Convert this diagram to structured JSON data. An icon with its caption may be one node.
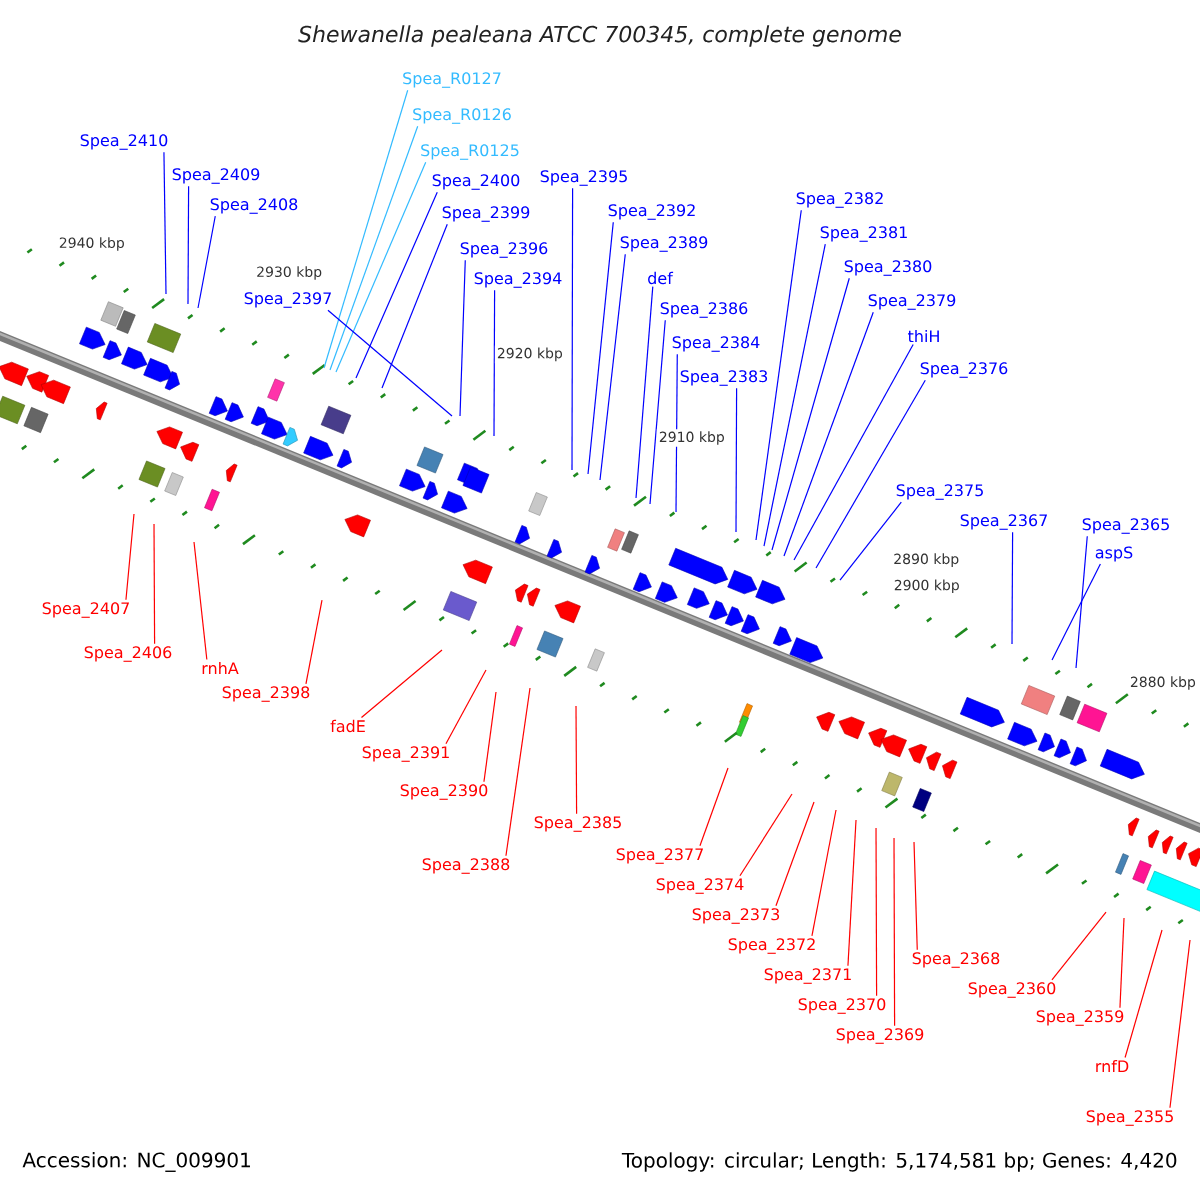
{
  "diagram": {
    "title": "Shewanella pealeana ATCC 700345, complete genome",
    "nodes": [
      {
        "text": [
          "Spea_R0127"
        ]
      },
      {
        "text": [
          "Spea_R0126"
        ]
      },
      {
        "text": [
          "Spea_2410"
        ]
      },
      {
        "text": [
          "Spea_R0125"
        ]
      },
      {
        "text": [
          "Spea_2409"
        ]
      },
      {
        "text": [
          "Spea_2400"
        ]
      },
      {
        "text": [
          "Spea_2395"
        ]
      },
      {
        "text": [
          "Spea_2382"
        ]
      },
      {
        "text": [
          "Spea_2408"
        ]
      },
      {
        "text": [
          "Spea_2399"
        ]
      },
      {
        "text": [
          "Spea_2392"
        ]
      },
      {
        "text": [
          "Spea_2381"
        ]
      },
      {
        "text": [
          "Spea_2389"
        ]
      },
      {
        "text": [
          "Spea_2396"
        ]
      },
      {
        "text": [
          "Spea_2380"
        ]
      },
      {
        "text": [
          "Spea_2394"
        ]
      },
      {
        "text": [
          "def"
        ]
      },
      {
        "text": [
          "Spea_2386"
        ]
      },
      {
        "text": [
          "Spea_2397"
        ]
      },
      {
        "text": [
          "Spea_2379"
        ]
      },
      {
        "text": [
          "Spea_2384"
        ]
      },
      {
        "text": [
          "thiH"
        ]
      },
      {
        "text": [
          "Spea_2383"
        ]
      },
      {
        "text": [
          "Spea_2376"
        ]
      },
      {
        "text": [
          "Spea_2375"
        ]
      },
      {
        "text": [
          "Spea_2367"
        ]
      },
      {
        "text": [
          "Spea_2365"
        ]
      },
      {
        "text": [
          "aspS"
        ]
      },
      {
        "text": [
          "Spea_2407"
        ]
      },
      {
        "text": [
          "Spea_2406"
        ]
      },
      {
        "text": [
          "rnhA"
        ]
      },
      {
        "text": [
          "Spea_2398"
        ]
      },
      {
        "text": [
          "fadE"
        ]
      },
      {
        "text": [
          "Spea_2391"
        ]
      },
      {
        "text": [
          "Spea_2390"
        ]
      },
      {
        "text": [
          "Spea_2385"
        ]
      },
      {
        "text": [
          "Spea_2377"
        ]
      },
      {
        "text": [
          "Spea_2388"
        ]
      },
      {
        "text": [
          "Spea_2374"
        ]
      },
      {
        "text": [
          "Spea_2373"
        ]
      },
      {
        "text": [
          "Spea_2371"
        ]
      },
      {
        "text": [
          "Spea_2368"
        ]
      },
      {
        "text": [
          "Spea_2369"
        ]
      },
      {
        "text": [
          "Spea_2360"
        ]
      },
      {
        "text": [
          "Spea_2370"
        ]
      },
      {
        "text": [
          "Spea_2359"
        ]
      },
      {
        "text": [
          "Spea_2372"
        ]
      },
      {
        "text": [
          "rnfD"
        ]
      },
      {
        "text": [
          "Spea_2355"
        ]
      }
    ],
    "edges": [
      {
        "from": 0,
        "to": null,
        "arrow": "none",
        "color": "#33bbff"
      },
      {
        "from": 1,
        "to": null,
        "arrow": "none",
        "color": "#33bbff"
      },
      {
        "from": 2,
        "to": null,
        "arrow": "none"
      },
      {
        "from": 3,
        "to": null,
        "arrow": "none",
        "color": "#33bbff"
      },
      {
        "from": 4,
        "to": null,
        "arrow": "none"
      },
      {
        "from": 5,
        "to": null,
        "arrow": "none"
      },
      {
        "from": 6,
        "to": null,
        "arrow": "none"
      },
      {
        "from": 7,
        "to": null,
        "arrow": "none"
      },
      {
        "from": 8,
        "to": null,
        "arrow": "none"
      },
      {
        "from": 9,
        "to": null,
        "arrow": "none"
      },
      {
        "from": 10,
        "to": null,
        "arrow": "none"
      },
      {
        "from": 11,
        "to": null,
        "arrow": "none"
      },
      {
        "from": 12,
        "to": null,
        "arrow": "none"
      },
      {
        "from": 13,
        "to": null,
        "arrow": "none"
      },
      {
        "from": 14,
        "to": null,
        "arrow": "none"
      },
      {
        "from": 15,
        "to": null,
        "arrow": "none"
      },
      {
        "from": 16,
        "to": null,
        "arrow": "none"
      },
      {
        "from": 17,
        "to": null,
        "arrow": "none"
      },
      {
        "from": 18,
        "to": null,
        "arrow": "none"
      },
      {
        "from": 19,
        "to": null,
        "arrow": "none"
      },
      {
        "from": 20,
        "to": null,
        "arrow": "none"
      },
      {
        "from": 21,
        "to": null,
        "arrow": "none"
      },
      {
        "from": 22,
        "to": null,
        "arrow": "none"
      },
      {
        "from": 23,
        "to": null,
        "arrow": "none"
      },
      {
        "from": 24,
        "to": null,
        "arrow": "none"
      },
      {
        "from": 25,
        "to": null,
        "arrow": "none"
      },
      {
        "from": 26,
        "to": null,
        "arrow": "none"
      },
      {
        "from": 27,
        "to": null,
        "arrow": "none"
      },
      {
        "from": 28,
        "to": null,
        "arrow": "none",
        "color": "#ff0000"
      },
      {
        "from": 29,
        "to": null,
        "arrow": "none",
        "color": "#ff0000"
      },
      {
        "from": 30,
        "to": null,
        "arrow": "none",
        "color": "#ff0000"
      },
      {
        "from": 31,
        "to": null,
        "arrow": "none",
        "color": "#ff0000"
      },
      {
        "from": 32,
        "to": null,
        "arrow": "none",
        "color": "#ff0000"
      },
      {
        "from": 33,
        "to": null,
        "arrow": "none",
        "color": "#ff0000"
      },
      {
        "from": 34,
        "to": null,
        "arrow": "none",
        "color": "#ff0000"
      },
      {
        "from": 35,
        "to": null,
        "arrow": "none",
        "color": "#ff0000"
      },
      {
        "from": 36,
        "to": null,
        "arrow": "none",
        "color": "#ff0000"
      },
      {
        "from": 37,
        "to": null,
        "arrow": "none",
        "color": "#ff0000"
      },
      {
        "from": 38,
        "to": null,
        "arrow": "none",
        "color": "#ff0000"
      },
      {
        "from": 39,
        "to": null,
        "arrow": "none",
        "color": "#ff0000"
      },
      {
        "from": 40,
        "to": null,
        "arrow": "none",
        "color": "#ff0000"
      },
      {
        "from": 41,
        "to": null,
        "arrow": "none",
        "color": "#ff0000"
      },
      {
        "from": 42,
        "to": null,
        "arrow": "none",
        "color": "#ff0000"
      },
      {
        "from": 43,
        "to": null,
        "arrow": "none",
        "color": "#ff0000"
      },
      {
        "from": 44,
        "to": null,
        "arrow": "none",
        "color": "#ff0000"
      },
      {
        "from": 45,
        "to": null,
        "arrow": "none",
        "color": "#ff0000"
      },
      {
        "from": 46,
        "to": null,
        "arrow": "none",
        "color": "#ff0000"
      },
      {
        "from": 47,
        "to": null,
        "arrow": "none",
        "color": "#ff0000"
      },
      {
        "from": 48,
        "to": null,
        "arrow": "none",
        "color": "#ff0000"
      }
    ],
    "labels": [
      "2940 kbp",
      "2930 kbp",
      "2920 kbp",
      "2910 kbp",
      "2900 kbp",
      "2890 kbp",
      "2880 kbp",
      "Accession: NC_009901",
      "Topology: circular; Length: 5,174,581 bp; Genes: 4,420"
    ]
  }
}
